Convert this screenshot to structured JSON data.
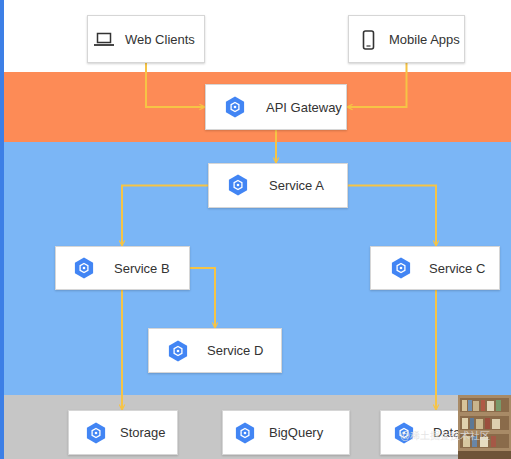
{
  "diagram": {
    "nodes": [
      {
        "text": [
          "Web Clients"
        ]
      },
      {
        "text": [
          "Mobile Apps"
        ]
      },
      {
        "text": [
          "API Gateway"
        ]
      },
      {
        "text": [
          "Service A"
        ]
      },
      {
        "text": [
          "Service B"
        ]
      },
      {
        "text": [
          "Service C"
        ]
      },
      {
        "text": [
          "Service D"
        ]
      },
      {
        "text": [
          "Storage"
        ]
      },
      {
        "text": [
          "BigQuery"
        ]
      },
      {
        "text": [
          "Data"
        ]
      }
    ],
    "edges": [
      {
        "from": 0,
        "to": 2,
        "arrow": "to"
      },
      {
        "from": 1,
        "to": 2,
        "arrow": "to"
      },
      {
        "from": 2,
        "to": 3,
        "arrow": "to"
      },
      {
        "from": 3,
        "to": 4,
        "arrow": "to"
      },
      {
        "from": 3,
        "to": 5,
        "arrow": "to"
      },
      {
        "from": 4,
        "to": 6,
        "arrow": "to"
      },
      {
        "from": 4,
        "to": 7,
        "arrow": "to"
      },
      {
        "from": 5,
        "to": 9,
        "arrow": "to"
      }
    ],
    "labels": [
      "@稀土掘金技术社区"
    ]
  }
}
